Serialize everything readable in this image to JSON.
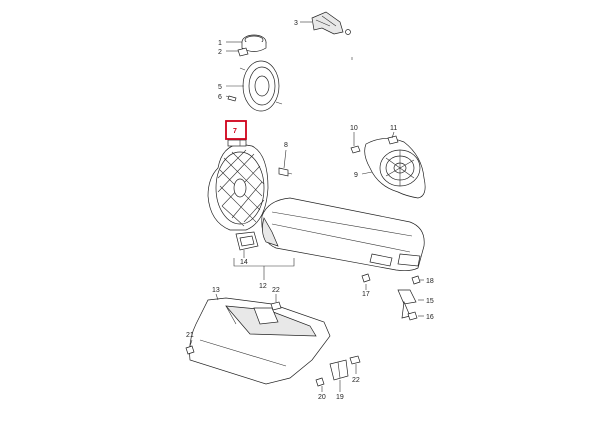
{
  "diagram": {
    "highlighted_part": "7",
    "callouts": [
      {
        "id": "1",
        "label": "1"
      },
      {
        "id": "2",
        "label": "2"
      },
      {
        "id": "3",
        "label": "3"
      },
      {
        "id": "5",
        "label": "5"
      },
      {
        "id": "6",
        "label": "6"
      },
      {
        "id": "7",
        "label": "7"
      },
      {
        "id": "8",
        "label": "8"
      },
      {
        "id": "9",
        "label": "9"
      },
      {
        "id": "10",
        "label": "10"
      },
      {
        "id": "11",
        "label": "11"
      },
      {
        "id": "12",
        "label": "12"
      },
      {
        "id": "13",
        "label": "13"
      },
      {
        "id": "14",
        "label": "14"
      },
      {
        "id": "15",
        "label": "15"
      },
      {
        "id": "16",
        "label": "16"
      },
      {
        "id": "17",
        "label": "17"
      },
      {
        "id": "18",
        "label": "18"
      },
      {
        "id": "19",
        "label": "19"
      },
      {
        "id": "20",
        "label": "20"
      },
      {
        "id": "21",
        "label": "21"
      },
      {
        "id": "22a",
        "label": "22"
      },
      {
        "id": "22b",
        "label": "22"
      }
    ],
    "colors": {
      "highlight": "#d0001a",
      "line": "#333333"
    }
  }
}
